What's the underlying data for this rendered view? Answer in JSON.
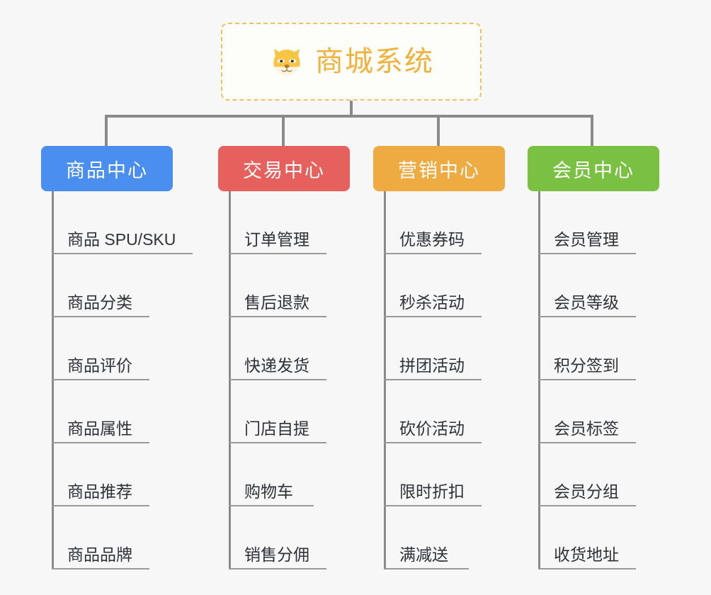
{
  "page": {
    "background_color": "#f7f7f7",
    "line_color": "#8a8a8a",
    "leaf_text_color": "#2e3238"
  },
  "root": {
    "title": "商城系统",
    "icon": "shiba-dog-face-icon",
    "text_color": "#f0b23c",
    "border_color": "#f0c060",
    "background_color": "#fdfdfa"
  },
  "branches": [
    {
      "label": "商品中心",
      "color": "#4a8ef0",
      "leaves": [
        {
          "label": "商品 SPU/SKU"
        },
        {
          "label": "商品分类"
        },
        {
          "label": "商品评价"
        },
        {
          "label": "商品属性"
        },
        {
          "label": "商品推荐"
        },
        {
          "label": "商品品牌"
        }
      ]
    },
    {
      "label": "交易中心",
      "color": "#e6605e",
      "leaves": [
        {
          "label": "订单管理"
        },
        {
          "label": "售后退款"
        },
        {
          "label": "快递发货"
        },
        {
          "label": "门店自提"
        },
        {
          "label": "购物车"
        },
        {
          "label": "销售分佣"
        }
      ]
    },
    {
      "label": "营销中心",
      "color": "#eeab41",
      "leaves": [
        {
          "label": "优惠券码"
        },
        {
          "label": "秒杀活动"
        },
        {
          "label": "拼团活动"
        },
        {
          "label": "砍价活动"
        },
        {
          "label": "限时折扣"
        },
        {
          "label": "满减送"
        }
      ]
    },
    {
      "label": "会员中心",
      "color": "#7ac143",
      "leaves": [
        {
          "label": "会员管理"
        },
        {
          "label": "会员等级"
        },
        {
          "label": "积分签到"
        },
        {
          "label": "会员标签"
        },
        {
          "label": "会员分组"
        },
        {
          "label": "收货地址"
        }
      ]
    }
  ]
}
